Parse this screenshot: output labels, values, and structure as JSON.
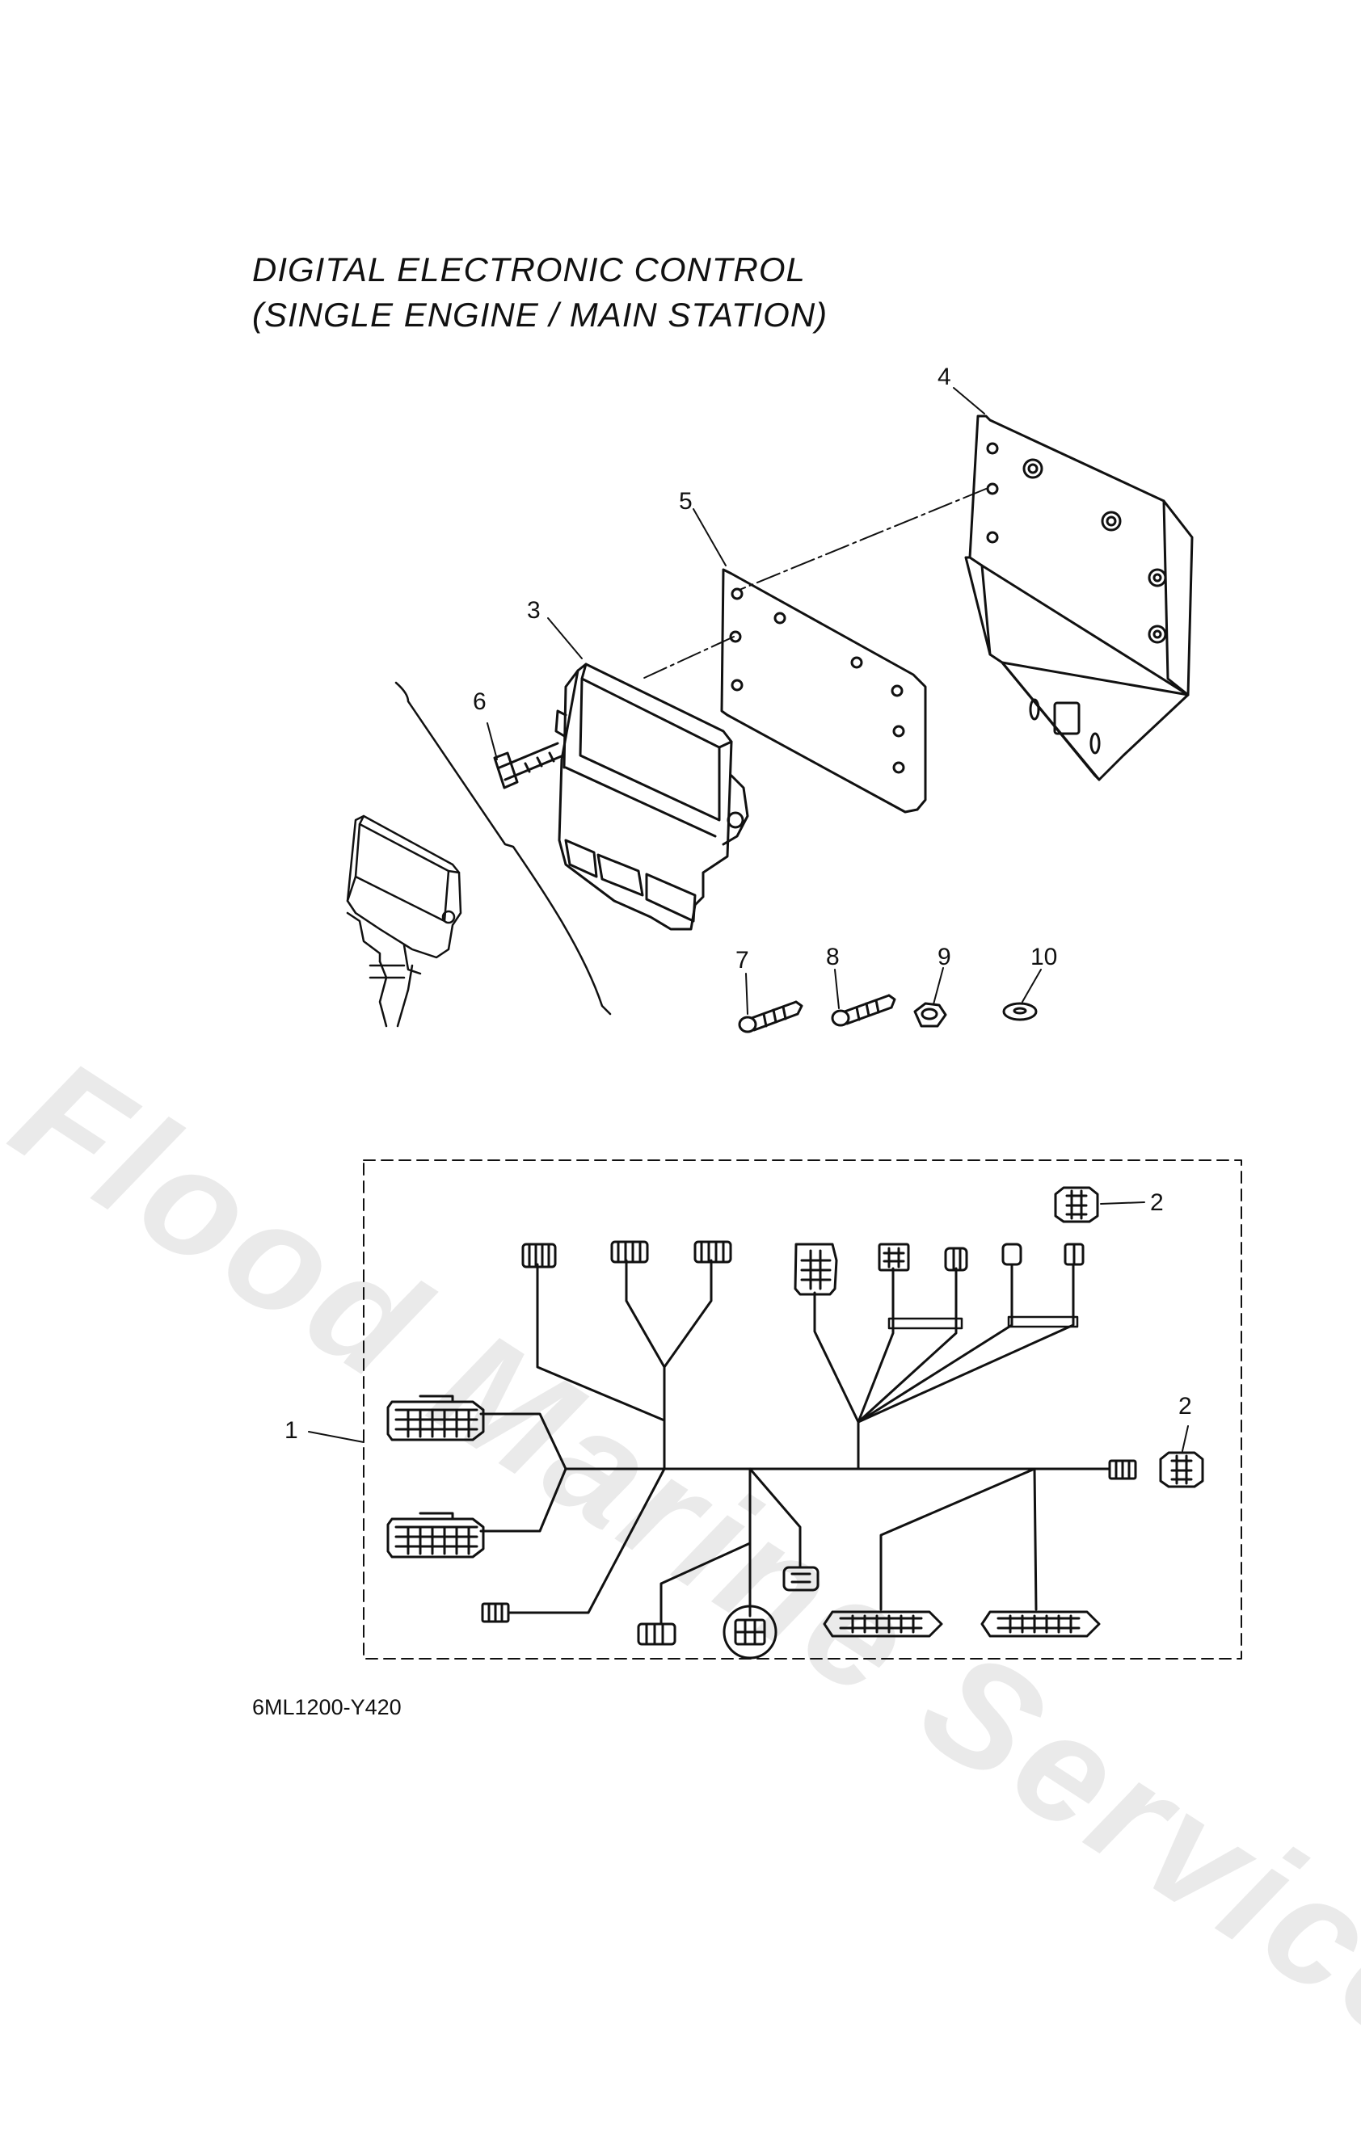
{
  "title": {
    "line1": "DIGITAL ELECTRONIC CONTROL",
    "line2": "(SINGLE ENGINE / MAIN STATION)"
  },
  "diagram_code": "6ML1200-Y420",
  "watermark": "Flood Marine Services",
  "callouts": {
    "c1": "1",
    "c2a": "2",
    "c2b": "2",
    "c3": "3",
    "c4": "4",
    "c5": "5",
    "c6": "6",
    "c7": "7",
    "c8": "8",
    "c9": "9",
    "c10": "10"
  }
}
